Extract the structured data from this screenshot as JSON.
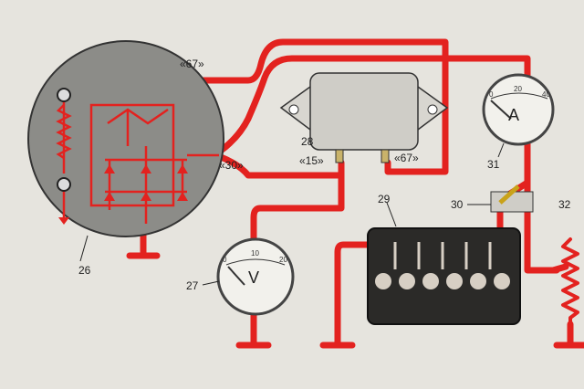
{
  "title": "Generator charging circuit schematic",
  "terminals": {
    "gen_67": "«67»",
    "gen_30": "«30»",
    "reg_15": "«15»",
    "reg_67": "«67»"
  },
  "components": {
    "generator": "26",
    "voltmeter": "27",
    "regulator": "28",
    "battery": "29",
    "switch": "30",
    "ammeter": "31",
    "rheostat": "32"
  },
  "ammeter": {
    "symbol": "A",
    "scale": [
      "0",
      "20",
      "40"
    ]
  },
  "voltmeter": {
    "symbol": "V",
    "scale": [
      "0",
      "10",
      "20"
    ]
  },
  "colors": {
    "wire": "#e3221f",
    "background": "#e6e4de",
    "generator": "#8c8c88",
    "battery": "#2b2a28"
  }
}
